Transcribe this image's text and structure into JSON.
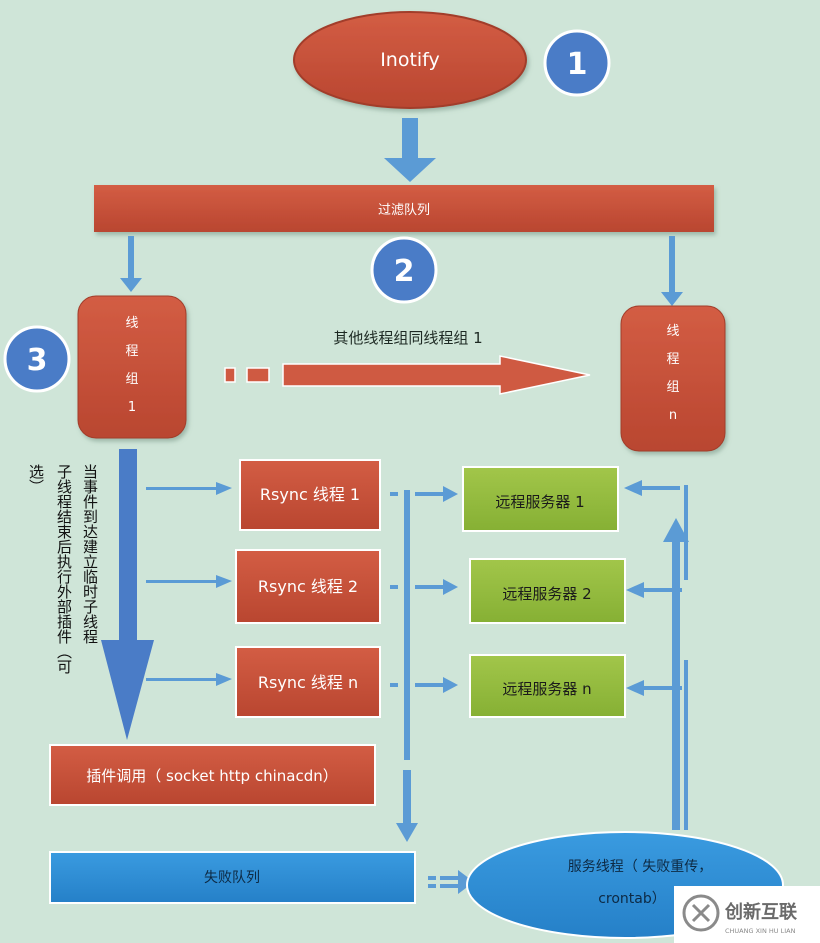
{
  "nodes": {
    "inotify": "Inotify",
    "filter_queue": "过滤队列",
    "thread_group_1": [
      "线",
      "程",
      "组",
      "1"
    ],
    "thread_group_n": [
      "线",
      "程",
      "组",
      "n"
    ],
    "other_groups_note": "其他线程组同线程组 1",
    "rsync_1": "Rsync 线程 1",
    "rsync_2": "Rsync 线程 2",
    "rsync_n": "Rsync 线程 n",
    "server_1": "远程服务器 1",
    "server_2": "远程服务器 2",
    "server_n": "远程服务器 n",
    "plugin_call": "插件调用（ socket http chinacdn）",
    "fail_queue": "失败队列",
    "service_thread_line1": "服务线程（ 失败重传，",
    "service_thread_line2": "crontab）",
    "vertical_note_col1": "当事件到达建立临时子线程",
    "vertical_note_col2": "子线程结束后执行外部插件（可",
    "vertical_note_col3": "选）"
  },
  "steps": [
    "1",
    "2",
    "3"
  ],
  "watermark": {
    "text_cn": "创新互联",
    "text_en": "CHUANG XIN HU LIAN"
  },
  "colors": {
    "background": "#cfe5d8",
    "red_box": "#c9523a",
    "green_box": "#94bc3c",
    "blue_box": "#2f8fd8",
    "arrow_blue": "#5b9bd5",
    "step_circle": "#4a7cc7"
  }
}
